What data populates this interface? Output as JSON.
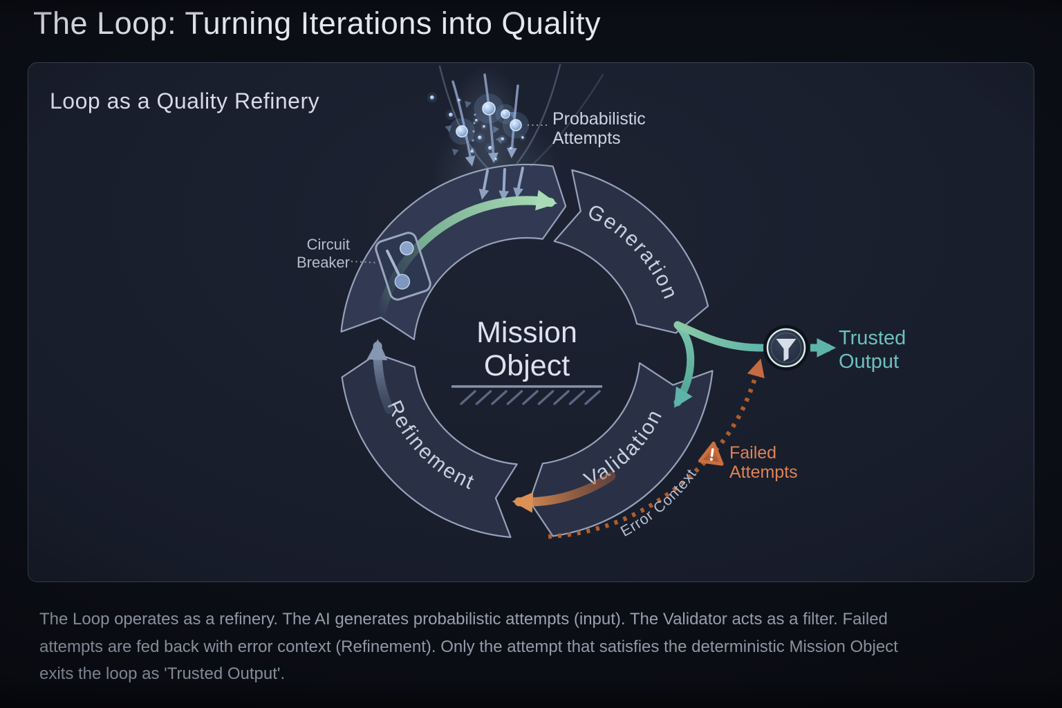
{
  "title": "The Loop: Turning Iterations into Quality",
  "panel": {
    "heading": "Loop as a Quality Refinery"
  },
  "diagram": {
    "stages": {
      "generation": "Generation",
      "validation": "Validation",
      "refinement": "Refinement"
    },
    "center": {
      "line1": "Mission",
      "line2": "Object"
    },
    "input_label": {
      "line1": "Probabilistic",
      "line2": "Attempts"
    },
    "breaker_label": {
      "line1": "Circuit",
      "line2": "Breaker"
    },
    "output_label": {
      "line1": "Trusted",
      "line2": "Output"
    },
    "failed_label": {
      "line1": "Failed",
      "line2": "Attempts"
    },
    "feedback_label": "Error Context",
    "icons": [
      "funnel-filter-icon",
      "circuit-breaker-switch-icon",
      "warning-triangle-icon",
      "particle-attempt-icons"
    ],
    "colors": {
      "flow_green": "#a9dcb6",
      "flow_teal": "#5fb4aa",
      "flow_orange": "#d98a50",
      "flow_steel": "#8796b1",
      "dotted_feedback": "#b5622f",
      "trusted_text": "#6cc1bd",
      "failed_text": "#df8355",
      "segment_fill": "#2a3146",
      "segment_stroke": "#96a2ba",
      "label_text": "#c9d0dd"
    }
  },
  "caption": {
    "lines": [
      "The Loop operates as a refinery. The AI generates probabilistic attempts (input). The Validator acts as a filter. Failed",
      "attempts are fed back with error context (Refinement). Only the attempt that satisfies the deterministic Mission Object",
      "exits the loop as 'Trusted Output'."
    ]
  }
}
